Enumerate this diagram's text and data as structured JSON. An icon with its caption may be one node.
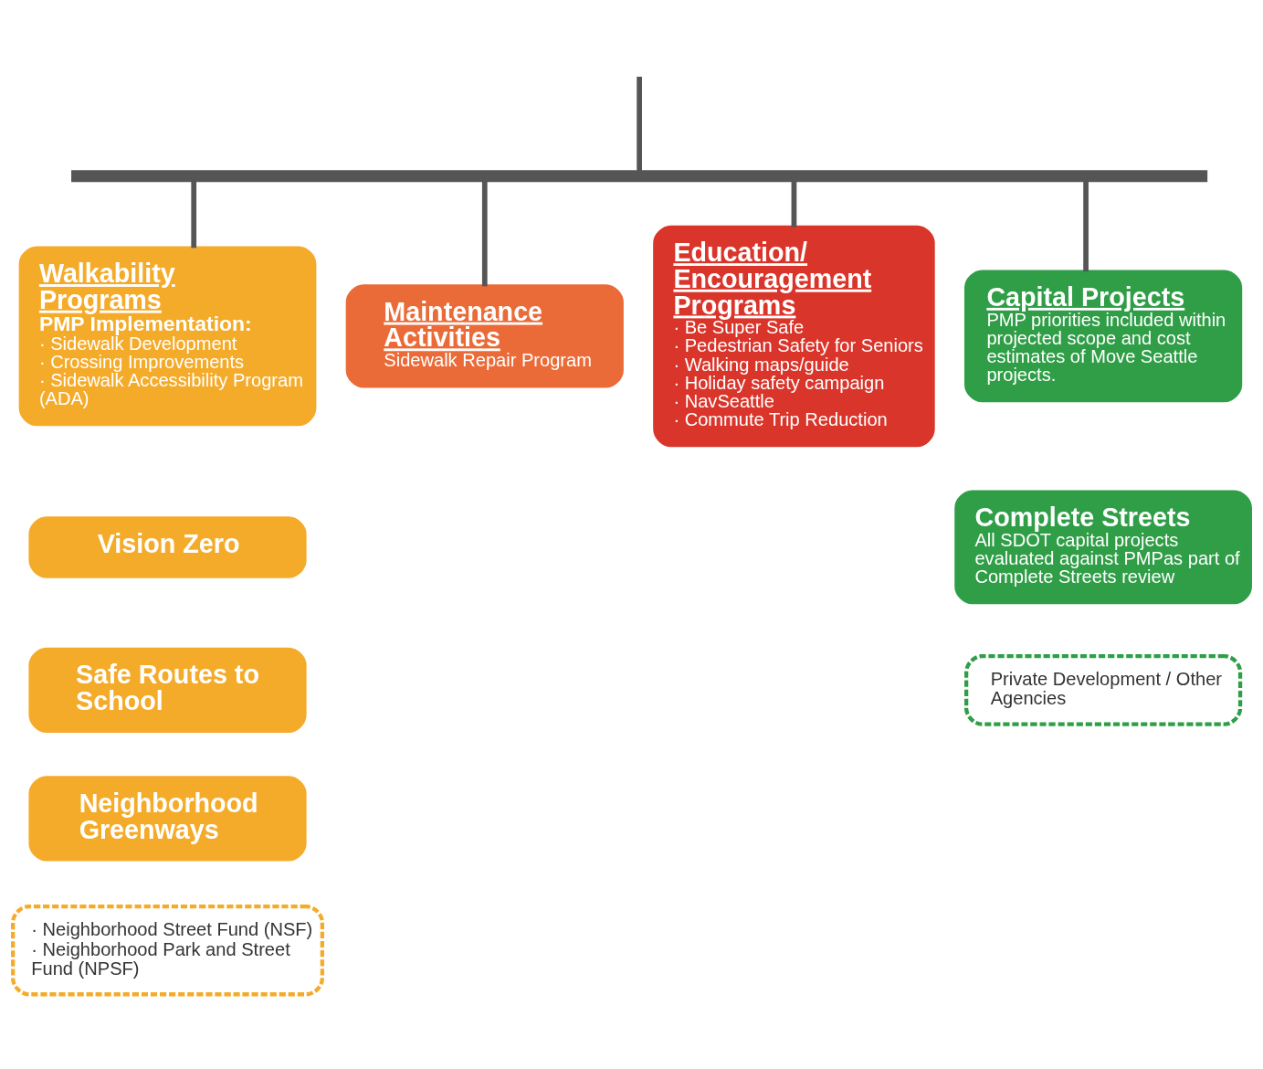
{
  "diagram": {
    "nodes": [
      {
        "text": [],
        "shape": "bar"
      },
      {
        "text": [
          "Walkability Programs",
          "PMP Implementation:",
          "· Sidewalk Development",
          "· Crossing Improvements",
          "· Sidewalk Accessibility Program (ADA)"
        ]
      },
      {
        "text": [
          "Vision Zero"
        ]
      },
      {
        "text": [
          "Safe Routes to School"
        ]
      },
      {
        "text": [
          "Neighborhood Greenways"
        ]
      },
      {
        "text": [
          "· Neighborhood Street Fund (NSF)",
          "· Neighborhood Park and Street Fund (NPSF)"
        ]
      },
      {
        "text": [
          "Maintenance Activities",
          "Sidewalk Repair Program"
        ]
      },
      {
        "text": [
          "Education/ Encouragement Programs",
          "· Be Super Safe",
          "· Pedestrian Safety for Seniors",
          "· Walking maps/guide",
          "· Holiday safety campaign",
          "· NavSeattle",
          "· Commute Trip Reduction"
        ]
      },
      {
        "text": [
          "Capital Projects",
          "PMP priorities included within projected scope and cost estimates of Move Seattle projects."
        ]
      },
      {
        "text": [
          "Complete Streets",
          "All SDOT capital projects evaluated against PMPas part of Complete Streets review"
        ]
      },
      {
        "text": [
          "Private Development / Other Agencies"
        ]
      }
    ],
    "edges": [
      {
        "from": null,
        "to": 0,
        "arrow": "none"
      },
      {
        "from": 0,
        "to": 1,
        "arrow": "none"
      },
      {
        "from": 0,
        "to": 6,
        "arrow": "none"
      },
      {
        "from": 0,
        "to": 7,
        "arrow": "none"
      },
      {
        "from": 0,
        "to": 8,
        "arrow": "none"
      }
    ]
  }
}
